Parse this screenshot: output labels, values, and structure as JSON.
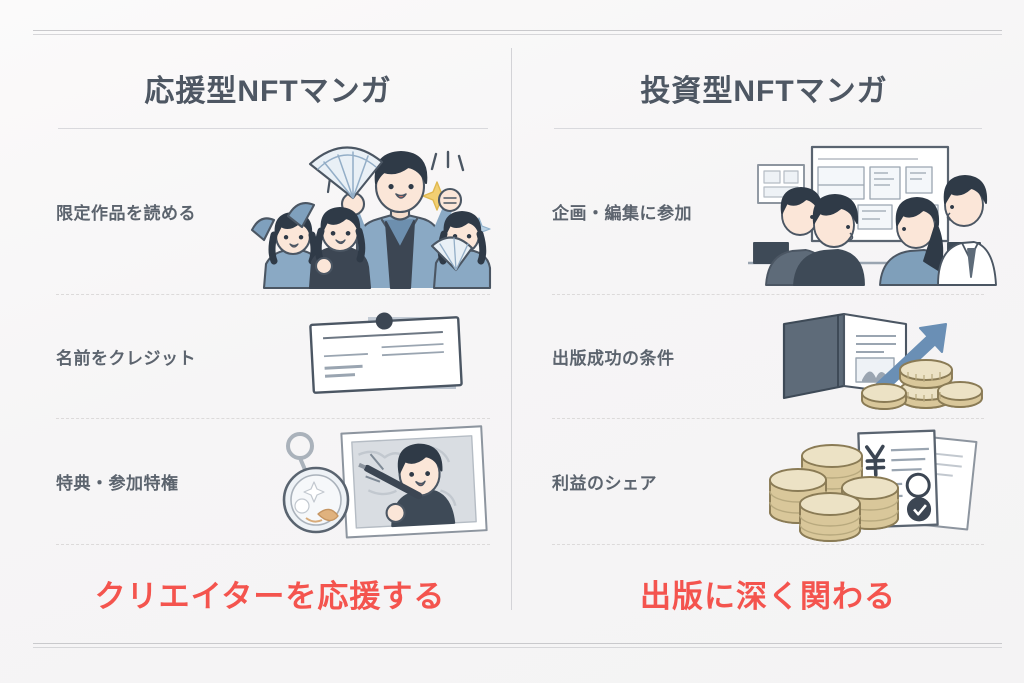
{
  "columns": [
    {
      "heading": "応援型NFTマンガ",
      "footer": "クリエイターを応援する",
      "rows": [
        {
          "label": "限定作品を読める",
          "art": "cheering-fans-illustration"
        },
        {
          "label": "名前をクレジット",
          "art": "credit-card-illustration"
        },
        {
          "label": "特典・参加特権",
          "art": "keychain-photo-illustration"
        }
      ]
    },
    {
      "heading": "投資型NFTマンガ",
      "footer": "出版に深く関わる",
      "rows": [
        {
          "label": "企画・編集に参加",
          "art": "planning-meeting-illustration"
        },
        {
          "label": "出版成功の条件",
          "art": "book-growth-coins-illustration"
        },
        {
          "label": "利益のシェア",
          "art": "coins-documents-illustration"
        }
      ]
    }
  ],
  "colors": {
    "heading_text": "#4e5763",
    "label_text": "#5c646e",
    "footer_text": "#f4544e",
    "background": "#f7f6f5",
    "divider": "#d3d3d7",
    "illustration_blue": "#7f9fba",
    "illustration_dark": "#3d4a57",
    "coin_gold": "#d9c79a"
  }
}
